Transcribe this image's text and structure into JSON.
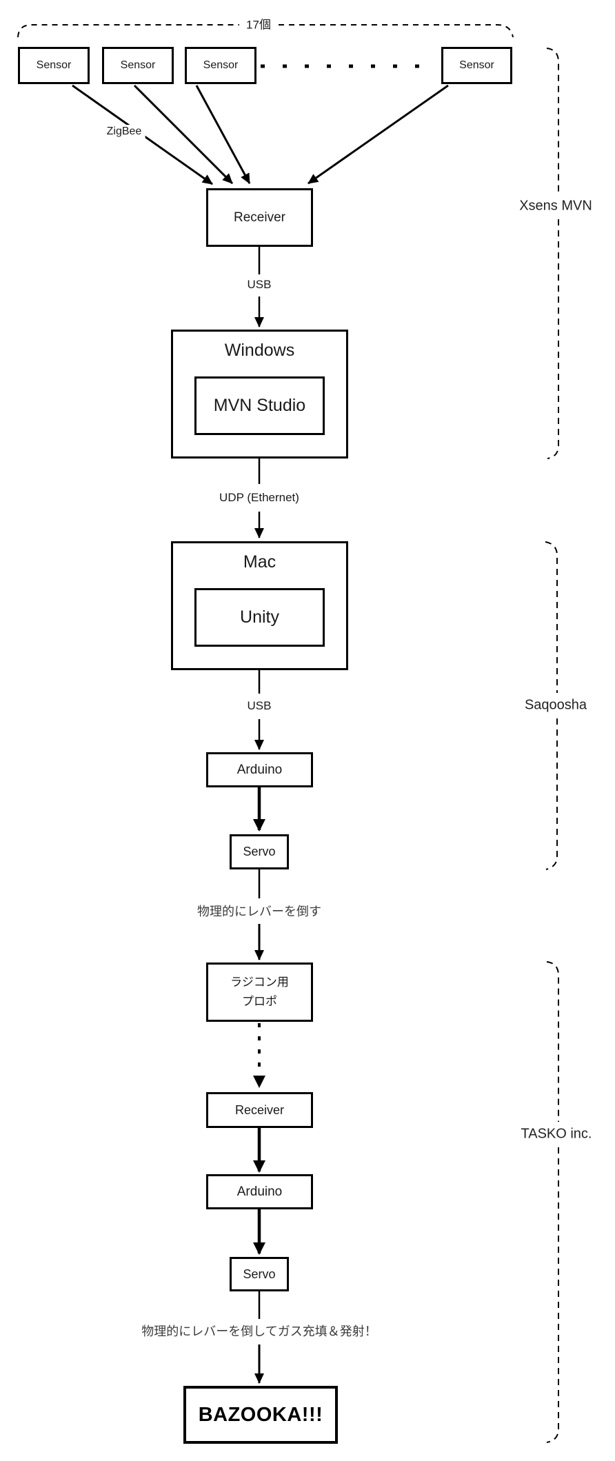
{
  "colors": {
    "ink": "#000000",
    "background": "#ffffff"
  },
  "top_bracket": {
    "label": "17個"
  },
  "nodes": {
    "sensor1": "Sensor",
    "sensor2": "Sensor",
    "sensor3": "Sensor",
    "sensor4": "Sensor",
    "receiver1": "Receiver",
    "windows": "Windows",
    "mvn_studio": "MVN Studio",
    "mac": "Mac",
    "unity": "Unity",
    "arduino1": "Arduino",
    "servo1": "Servo",
    "rc_transmitter_line1": "ラジコン用",
    "rc_transmitter_line2": "プロポ",
    "receiver2": "Receiver",
    "arduino2": "Arduino",
    "servo2": "Servo",
    "bazooka": "BAZOOKA!!!"
  },
  "links": {
    "zigbee": "ZigBee",
    "usb1": "USB",
    "udp": "UDP (Ethernet)",
    "usb2": "USB",
    "lever1": "物理的にレバーを倒す",
    "lever2": "物理的にレバーを倒してガス充填＆発射！"
  },
  "groups": {
    "xsens": "Xsens MVN",
    "saqoosha": "Saqoosha",
    "tasko": "TASKO inc."
  }
}
